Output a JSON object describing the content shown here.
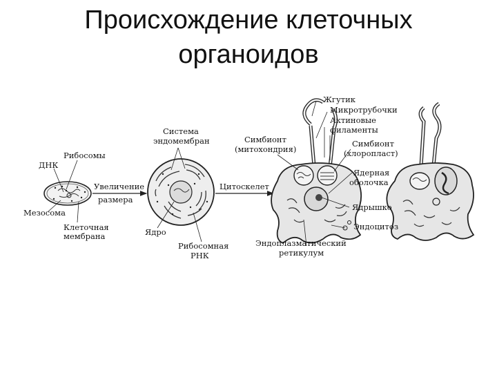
{
  "slide": {
    "title_line1": "Происхождение клеточных",
    "title_line2": "органоидов"
  },
  "diagram": {
    "labels": {
      "ribosomes": "Рибосомы",
      "dna": "ДНК",
      "mesosome": "Мезосома",
      "cell_membrane_1": "Клеточная",
      "cell_membrane_2": "мембрана",
      "size_increase_1": "Увеличение",
      "size_increase_2": "размера",
      "endomembrane_1": "Система",
      "endomembrane_2": "эндомембран",
      "nucleus": "Ядро",
      "ribosomal_rna_1": "Рибосомная",
      "ribosomal_rna_2": "РНК",
      "cytoskeleton": "Цитоскелет",
      "symbiont_mito_1": "Симбионт",
      "symbiont_mito_2": "(митохондрия)",
      "flagellum": "Жгутик",
      "microtubules": "Микротрубочки",
      "actin_1": "Актиновые",
      "actin_2": "филаменты",
      "symbiont_chloro_1": "Симбионт",
      "symbiont_chloro_2": "(хлоропласт)",
      "nuclear_env_1": "Ядерная",
      "nuclear_env_2": "оболочка",
      "nucleolus": "Ядрышко",
      "endocytosis": "Эндоцитоз",
      "er_1": "Эндоплазматический",
      "er_2": "ретикулум"
    }
  }
}
